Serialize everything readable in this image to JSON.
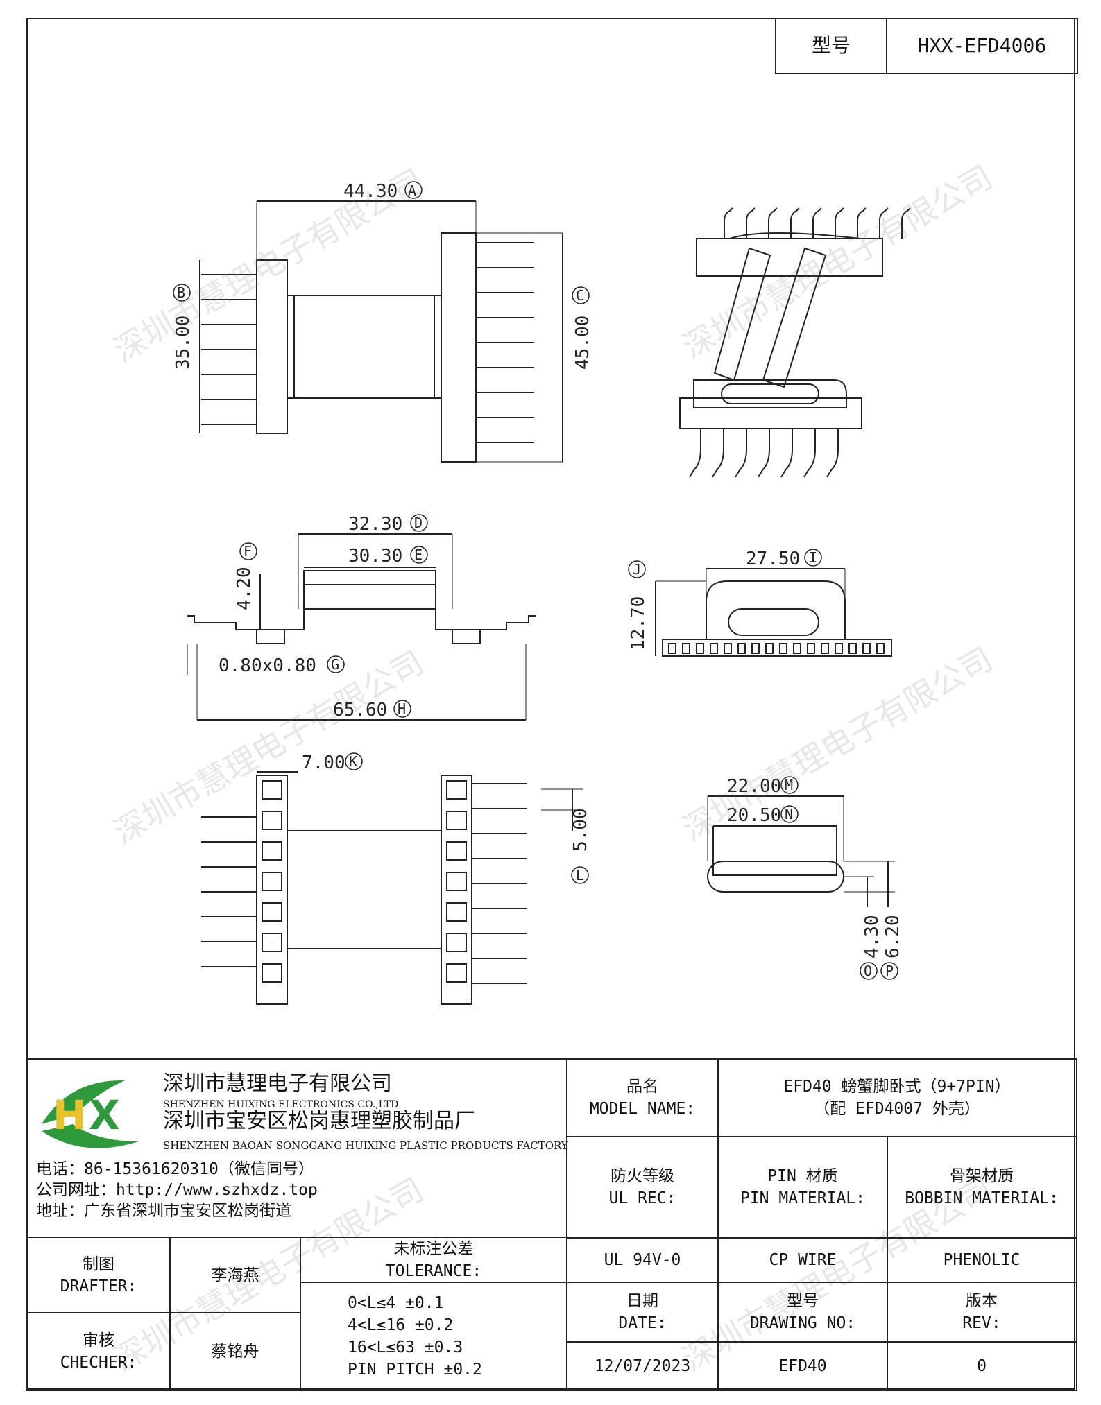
{
  "title_block": {
    "model_label": "型号",
    "model_value": "HXX-EFD4006"
  },
  "dimensions": {
    "A": "44.30",
    "B": "35.00",
    "C": "45.00",
    "D": "32.30",
    "E": "30.30",
    "F": "4.20",
    "G": "0.80x0.80",
    "H": "65.60",
    "I": "27.50",
    "J": "12.70",
    "K": "7.00",
    "L": "5.00",
    "M": "22.00",
    "N": "20.50",
    "O": "4.30",
    "P": "6.20"
  },
  "dimension_letters": [
    "A",
    "B",
    "C",
    "D",
    "E",
    "F",
    "G",
    "H",
    "I",
    "J",
    "K",
    "L",
    "M",
    "N",
    "O",
    "P"
  ],
  "watermark": "深圳市慧理电子有限公司",
  "company": {
    "name_cn": "深圳市慧理电子有限公司",
    "name_en": "SHENZHEN HUIXING ELECTRONICS CO.,LTD",
    "factory_cn": "深圳市宝安区松岗惠理塑胶制品厂",
    "factory_en": "SHENZHEN BAOAN SONGGANG HUIXING PLASTIC PRODUCTS FACTORY",
    "phone": "电话：86-15361620310（微信同号）",
    "website": "公司网址：http://www.szhxdz.top",
    "address": "地址：广东省深圳市宝安区松岗街道",
    "logo_text": "HX",
    "logo_colors": {
      "green": "#2e9a3c",
      "yellow": "#e8c22a"
    }
  },
  "table": {
    "model_name_cn": "品名",
    "model_name_en": "MODEL NAME:",
    "model_name_value1": "EFD40 螃蟹脚卧式（9+7PIN）",
    "model_name_value2": "（配 EFD4007 外壳）",
    "ul_cn": "防火等级",
    "ul_en": "UL REC:",
    "pin_cn": "PIN 材质",
    "pin_en": "PIN MATERIAL:",
    "bobbin_cn": "骨架材质",
    "bobbin_en": "BOBBIN MATERIAL:",
    "ul_value": "UL 94V-0",
    "pin_value": "CP WIRE",
    "bobbin_value": "PHENOLIC",
    "date_cn": "日期",
    "date_en": "DATE:",
    "drawing_cn": "型号",
    "drawing_en": "DRAWING NO:",
    "rev_cn": "版本",
    "rev_en": "REV:",
    "date_value": "12/07/2023",
    "drawing_value": "EFD40",
    "rev_value": "0",
    "drafter_cn": "制图",
    "drafter_en": "DRAFTER:",
    "drafter_name": "李海燕",
    "checker_cn": "审核",
    "checker_en": "CHECHER:",
    "checker_name": "蔡铭舟",
    "tolerance_cn": "未标注公差",
    "tolerance_en": "TOLERANCE:",
    "tolerance_lines": [
      "0<L≤4  ±0.1",
      "4<L≤16 ±0.2",
      "16<L≤63 ±0.3",
      "PIN PITCH ±0.2"
    ]
  }
}
